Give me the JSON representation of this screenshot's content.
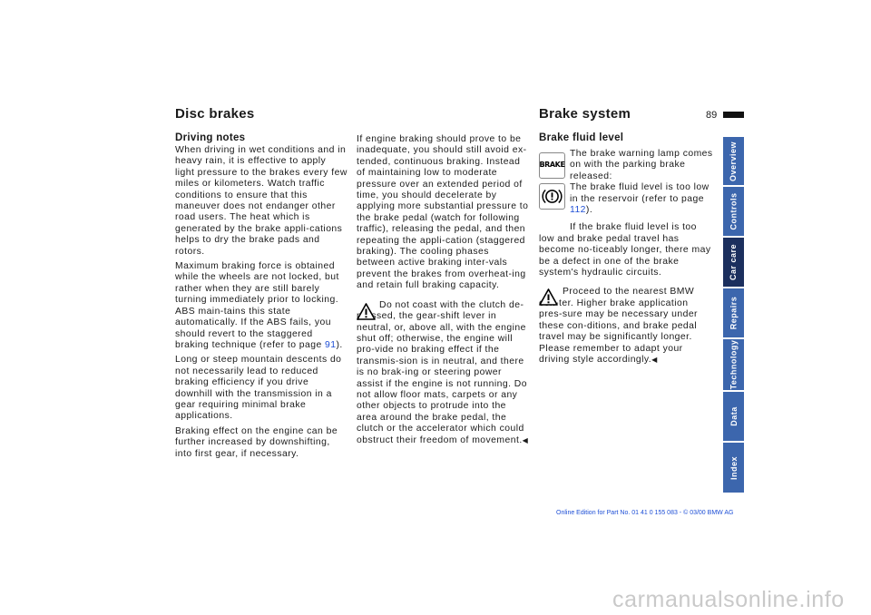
{
  "page": {
    "number": "89",
    "left_title": "Disc brakes",
    "right_title": "Brake system"
  },
  "driving_notes": {
    "heading": "Driving notes",
    "p1": "When driving in wet conditions and in heavy rain, it is effective to apply light pressure to the brakes every few miles or kilometers. Watch traffic conditions to ensure that this maneuver does not endanger other road users. The heat which is generated by the brake appli-cations helps to dry the brake pads and rotors.",
    "p2_a": "Maximum braking force is obtained while the wheels are not locked, but rather when they are still barely turning immediately prior to locking. ABS main-tains this state automatically. If the ABS fails, you should revert to the staggered braking technique (refer to page ",
    "p2_link": "91",
    "p2_b": ").",
    "p3": "Long or steep mountain descents do not necessarily lead to reduced braking efficiency if you drive downhill with the transmission in a gear requiring minimal brake applications.",
    "p4": "Braking effect on the engine can be further increased by downshifting, into first gear, if necessary."
  },
  "middle": {
    "p1": "If engine braking should prove to be inadequate, you should still avoid ex-tended, continuous braking. Instead of maintaining low to moderate pressure over an extended period of time, you should decelerate by applying more substantial pressure to the brake pedal (watch for following traffic), releasing the pedal, and then repeating the appli-cation (staggered braking). The cooling phases between active braking inter-vals prevent the brakes from overheat-ing and retain full braking capacity.",
    "warning": "Do not coast with the clutch de-pressed, the gear-shift lever in neutral, or, above all, with the engine shut off; otherwise, the engine will pro-vide no braking effect if the transmis-sion is in neutral, and there is no brak-ing or steering power assist if the engine is not running. Do not allow floor mats, carpets or any other objects to protrude into the area around the brake pedal, the clutch or the accelerator which could obstruct their freedom of movement.",
    "end_mark": "◀"
  },
  "brake_fluid": {
    "heading": "Brake fluid level",
    "p1": "The brake warning lamp comes on with the parking brake released:",
    "p2_a": "The brake fluid level is too low in the reservoir (refer to page ",
    "p2_link": "112",
    "p2_b": ").",
    "p3": "If the brake fluid level is too low and brake pedal travel has become no-ticeably longer, there may be a defect in one of the brake system's hydraulic circuits.",
    "warning": "Proceed to the nearest BMW cen-ter. Higher brake application pres-sure may be necessary under these con-ditions, and brake pedal travel may be significantly longer. Please remember to adapt your driving style accordingly.",
    "end_mark": "◀",
    "brake_icon_label": "BRAKE"
  },
  "tabs": [
    "Overview",
    "Controls",
    "Car care",
    "Repairs",
    "Technology",
    "Data",
    "Index"
  ],
  "active_tab": "Car care",
  "footer": "Online Edition for Part No. 01 41 0 155 083 - © 03/00 BMW AG",
  "watermark": "carmanualsonline.info",
  "colors": {
    "tab": "#3c66ad",
    "tab_active": "#1b2f5e",
    "link": "#1e4fd6"
  },
  "icons": [
    "brake-lamp-icon",
    "brake-circle-warning-icon",
    "warning-triangle-icon"
  ]
}
